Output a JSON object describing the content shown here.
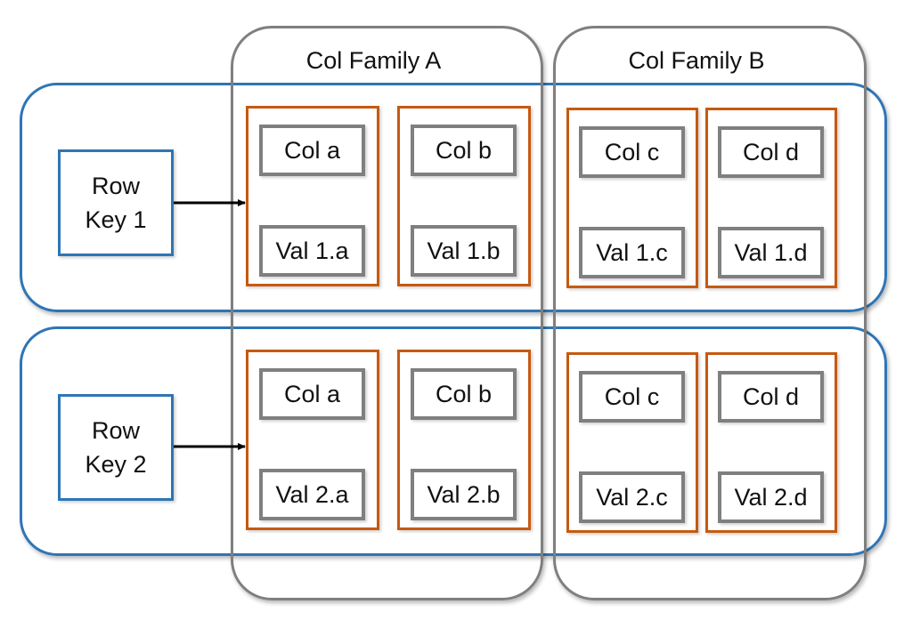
{
  "colors": {
    "row_border": "#2e75b6",
    "family_border": "#7f7f7f",
    "cell_border": "#c55a11",
    "box_border": "#7f7f7f",
    "arrow": "#000000"
  },
  "families": [
    {
      "label": "Col Family A"
    },
    {
      "label": "Col Family B"
    }
  ],
  "rows": [
    {
      "key": "Row\nKey 1",
      "cells": [
        {
          "col": "Col a",
          "val": "Val 1.a"
        },
        {
          "col": "Col b",
          "val": "Val 1.b"
        },
        {
          "col": "Col c",
          "val": "Val 1.c"
        },
        {
          "col": "Col d",
          "val": "Val 1.d"
        }
      ]
    },
    {
      "key": "Row\nKey 2",
      "cells": [
        {
          "col": "Col a",
          "val": "Val 2.a"
        },
        {
          "col": "Col b",
          "val": "Val 2.b"
        },
        {
          "col": "Col c",
          "val": "Val 2.c"
        },
        {
          "col": "Col d",
          "val": "Val 2.d"
        }
      ]
    }
  ]
}
